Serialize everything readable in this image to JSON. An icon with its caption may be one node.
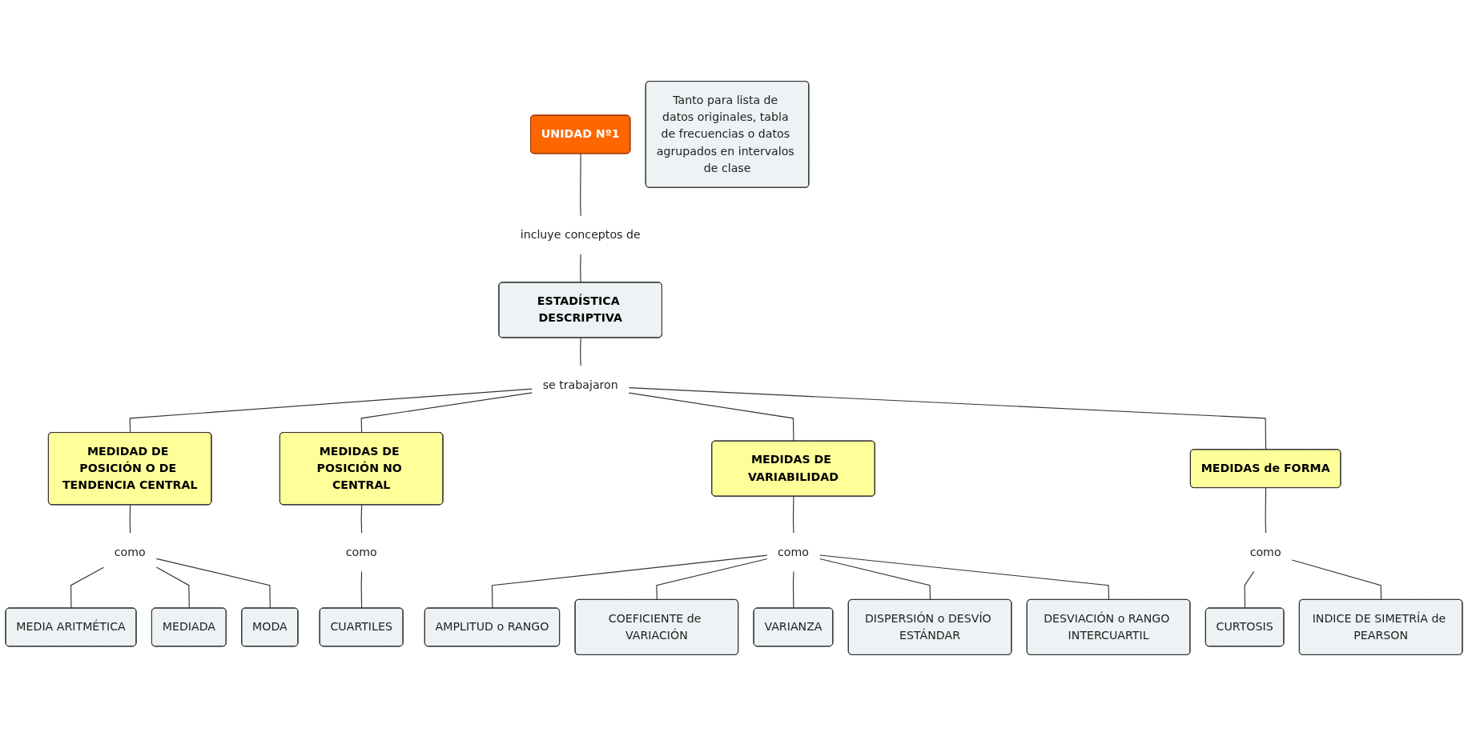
{
  "diagram": {
    "nodes": [
      {
        "text": [
          "UNIDAD Nº1"
        ]
      },
      {
        "text": [
          "incluye conceptos de"
        ]
      },
      {
        "text": [
          "ESTADÍSTICA DESCRIPTIVA"
        ]
      },
      {
        "text": [
          "se trabajaron"
        ]
      },
      {
        "text": [
          "MEDIDAD DE POSICIÓN O DE TENDENCIA CENTRAL"
        ]
      },
      {
        "text": [
          "MEDIDAS de FORMA"
        ]
      },
      {
        "text": [
          "MEDIDAS DE POSICIÓN NO CENTRAL"
        ]
      },
      {
        "text": [
          "MEDIDAS DE VARIABILIDAD"
        ]
      },
      {
        "text": [
          "como"
        ]
      },
      {
        "text": [
          "como"
        ]
      },
      {
        "text": [
          "como"
        ]
      },
      {
        "text": [
          "INDICE DE SIMETRÍA de PEARSON"
        ]
      },
      {
        "text": [
          "CURTOSIS"
        ]
      },
      {
        "text": [
          "MEDIA ARITMÉTICA"
        ]
      },
      {
        "text": [
          "MODA"
        ]
      },
      {
        "text": [
          "como"
        ]
      },
      {
        "text": [
          "CUARTILES"
        ]
      },
      {
        "text": [
          "MEDIADA"
        ]
      },
      {
        "text": [
          "AMPLITUD o RANGO"
        ]
      },
      {
        "text": [
          "DESVIACIÓN o RANGO INTERCUARTIL"
        ]
      },
      {
        "text": [
          "Tanto para lista de datos originales, tabla de frecuencias o datos agrupados en intervalos de clase"
        ]
      },
      {
        "text": [
          "COEFICIENTE de VARIACIÓN"
        ]
      },
      {
        "text": [
          "DISPERSIÓN o DESVÍO ESTÁNDAR"
        ]
      },
      {
        "text": [
          "VARIANZA"
        ]
      }
    ],
    "edges": [
      {
        "from": 0,
        "to": 1,
        "arrow": "none"
      },
      {
        "from": 1,
        "to": 2,
        "arrow": "none"
      },
      {
        "from": 2,
        "to": 3,
        "arrow": "none"
      },
      {
        "from": 3,
        "to": 4,
        "arrow": "none"
      },
      {
        "from": 3,
        "to": 6,
        "arrow": "none"
      },
      {
        "from": 3,
        "to": 7,
        "arrow": "none"
      },
      {
        "from": 3,
        "to": 5,
        "arrow": "none"
      },
      {
        "from": 5,
        "to": 8,
        "arrow": "none"
      },
      {
        "from": 8,
        "to": 12,
        "arrow": "none"
      },
      {
        "from": 8,
        "to": 11,
        "arrow": "none"
      },
      {
        "from": 4,
        "to": 9,
        "arrow": "none"
      },
      {
        "from": 9,
        "to": 13,
        "arrow": "none"
      },
      {
        "from": 9,
        "to": 17,
        "arrow": "none"
      },
      {
        "from": 9,
        "to": 14,
        "arrow": "none"
      },
      {
        "from": 6,
        "to": 10,
        "arrow": "none"
      },
      {
        "from": 10,
        "to": 16,
        "arrow": "none"
      },
      {
        "from": 7,
        "to": 15,
        "arrow": "none"
      },
      {
        "from": 15,
        "to": 18,
        "arrow": "none"
      },
      {
        "from": 15,
        "to": 21,
        "arrow": "none"
      },
      {
        "from": 15,
        "to": 23,
        "arrow": "none"
      },
      {
        "from": 15,
        "to": 22,
        "arrow": "none"
      },
      {
        "from": 15,
        "to": 19,
        "arrow": "none"
      }
    ]
  }
}
